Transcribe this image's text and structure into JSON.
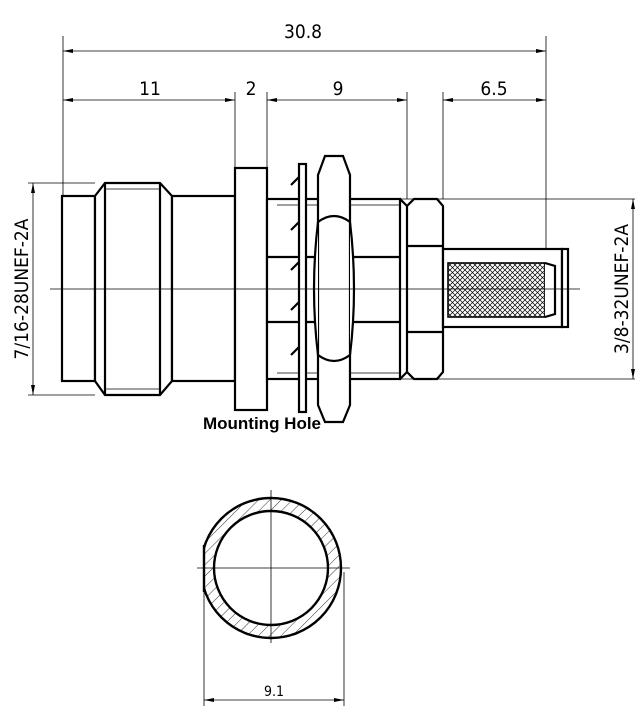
{
  "dimensions": {
    "overall_length": "30.8",
    "segment_1": "11",
    "segment_2": "2",
    "segment_3": "9",
    "segment_4": "6.5",
    "left_thread": "7/16-28UNEF-2A",
    "right_thread": "3/8-32UNEF-2A",
    "hole_width": "9.1"
  },
  "section_title": "Mounting Hole"
}
